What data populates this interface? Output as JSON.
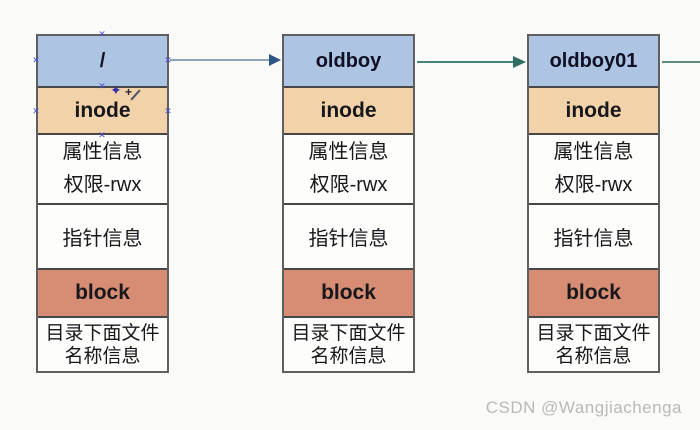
{
  "diagram": {
    "boxes": [
      {
        "header": "/",
        "inode": "inode",
        "attr": [
          "属性信息",
          "权限-rwx"
        ],
        "pointer": "指针信息",
        "block": "block",
        "dir": [
          "目录下面文件",
          "名称信息"
        ]
      },
      {
        "header": "oldboy",
        "inode": "inode",
        "attr": [
          "属性信息",
          "权限-rwx"
        ],
        "pointer": "指针信息",
        "block": "block",
        "dir": [
          "目录下面文件",
          "名称信息"
        ]
      },
      {
        "header": "oldboy01",
        "inode": "inode",
        "attr": [
          "属性信息",
          "权限-rwx"
        ],
        "pointer": "指针信息",
        "block": "block",
        "dir": [
          "目录下面文件",
          "名称信息"
        ]
      }
    ],
    "connectors": [
      {
        "from": "/",
        "to": "oldboy",
        "line_color": "#8fa3b8",
        "head_color": "#2f5585"
      },
      {
        "from": "oldboy",
        "to": "oldboy01",
        "line_color": "#47837a",
        "head_color": "#2f6e63"
      },
      {
        "from": "oldboy01",
        "line_color": "#5f8a80"
      }
    ],
    "colors": {
      "header_bg": "#adc4e2",
      "inode_bg": "#f1d2a9",
      "block_bg": "#d78d73",
      "cell_bg": "#fdfdfb",
      "border": "#5f5f5f",
      "handle": "#4d4dd0",
      "page_bg": "#fafaf8"
    },
    "icons": {
      "selection_handle": "✕",
      "sparkle": "✦",
      "plus": "+"
    }
  },
  "watermark": {
    "text": "CSDN @Wangjiachenga"
  }
}
